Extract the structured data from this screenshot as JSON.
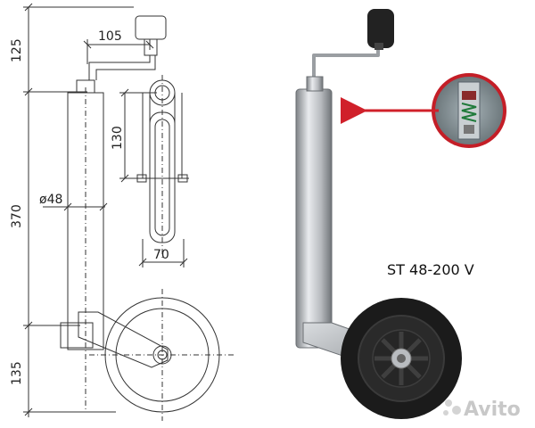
{
  "dimensions": {
    "handle_height": "125",
    "crank_reach": "105",
    "tube_length": "370",
    "wheel_height": "135",
    "fork_height": "130",
    "tube_diameter": "ø48",
    "wheel_width": "70"
  },
  "model_label": "ST 48-200 V",
  "watermark": "Avito",
  "colors": {
    "line": "#333333",
    "arrow": "#d0202a",
    "metal": "#b9bcc0",
    "rubber": "#1b1b1b"
  }
}
